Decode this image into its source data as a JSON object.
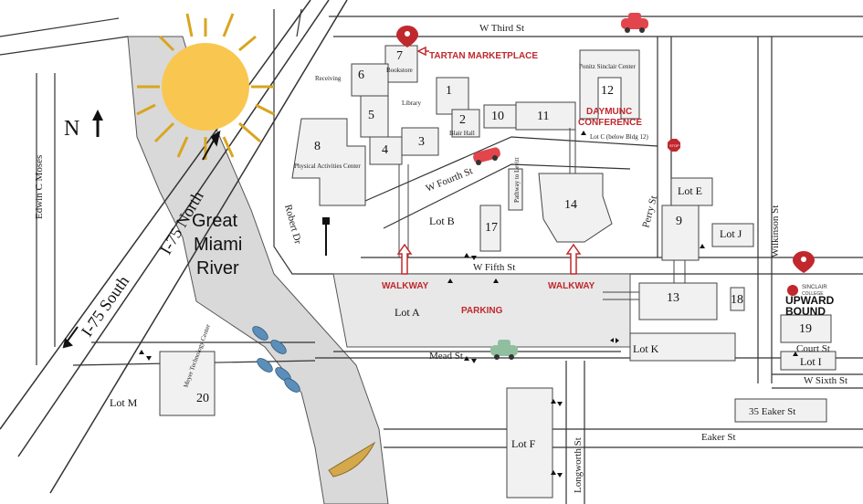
{
  "compass": {
    "letter": "N"
  },
  "highways": {
    "south": "I-75 South",
    "north": "I-75 North"
  },
  "river": {
    "line1": "Great",
    "line2": "Miami",
    "line3": "River"
  },
  "streets": {
    "third": "W Third St",
    "fourth": "W Fourth St",
    "fifth": "W Fifth St",
    "mead": "Mead St",
    "court": "Court St",
    "sixth": "W Sixth St",
    "eaker": "Eaker St",
    "edwin": "Edwin C Moses",
    "robert": "Robert Dr",
    "perry": "Perry St",
    "wilkinson": "Wilkinson St",
    "longworth": "Longworth St"
  },
  "buildings": {
    "b1": "1",
    "b2": "2",
    "b3": "3",
    "b4": "4",
    "b5": "5",
    "b6": "6",
    "b7": "7",
    "b8": "8",
    "b9": "9",
    "b10": "10",
    "b11": "11",
    "b12": "12",
    "b13": "13",
    "b14": "14",
    "b17": "17",
    "b18": "18",
    "b19": "19",
    "b20": "20"
  },
  "building_labels": {
    "bookstore": "Bookstore",
    "receiving": "Receiving",
    "library": "Library",
    "blair": "Blair Hall",
    "pac": "Physical Activities Center",
    "ponitz": "Ponitz Sinclair Center",
    "lotc": "Lot C (below Bldg 12)",
    "pathway": "Pathway to Levitt",
    "meyer": "Meyer Technology Center",
    "eaker35": "35 Eaker St"
  },
  "lots": {
    "a": "Lot A",
    "b": "Lot B",
    "e": "Lot E",
    "f": "Lot F",
    "i": "Lot I",
    "j": "Lot J",
    "k": "Lot K",
    "m": "Lot M"
  },
  "annotations": {
    "tartan": "TARTAN MARKETPLACE",
    "daymunc1": "DAYMUNC",
    "daymunc2": "CONFERENCE",
    "walkway": "WALKWAY",
    "parking": "PARKING",
    "stop": "STOP"
  },
  "logo": {
    "brand": "SINCLAIR",
    "sub": "COLLEGE",
    "line1": "UPWARD",
    "line2": "BOUND"
  },
  "colors": {
    "accent": "#c0282d",
    "building": "#f1f1f1",
    "river": "#d9d9d9",
    "sun": "#f9c74f",
    "rays": "#d9a520",
    "fish": "#5b8fb9",
    "canoe": "#d4a84b",
    "car_green": "#8fbf9f"
  }
}
